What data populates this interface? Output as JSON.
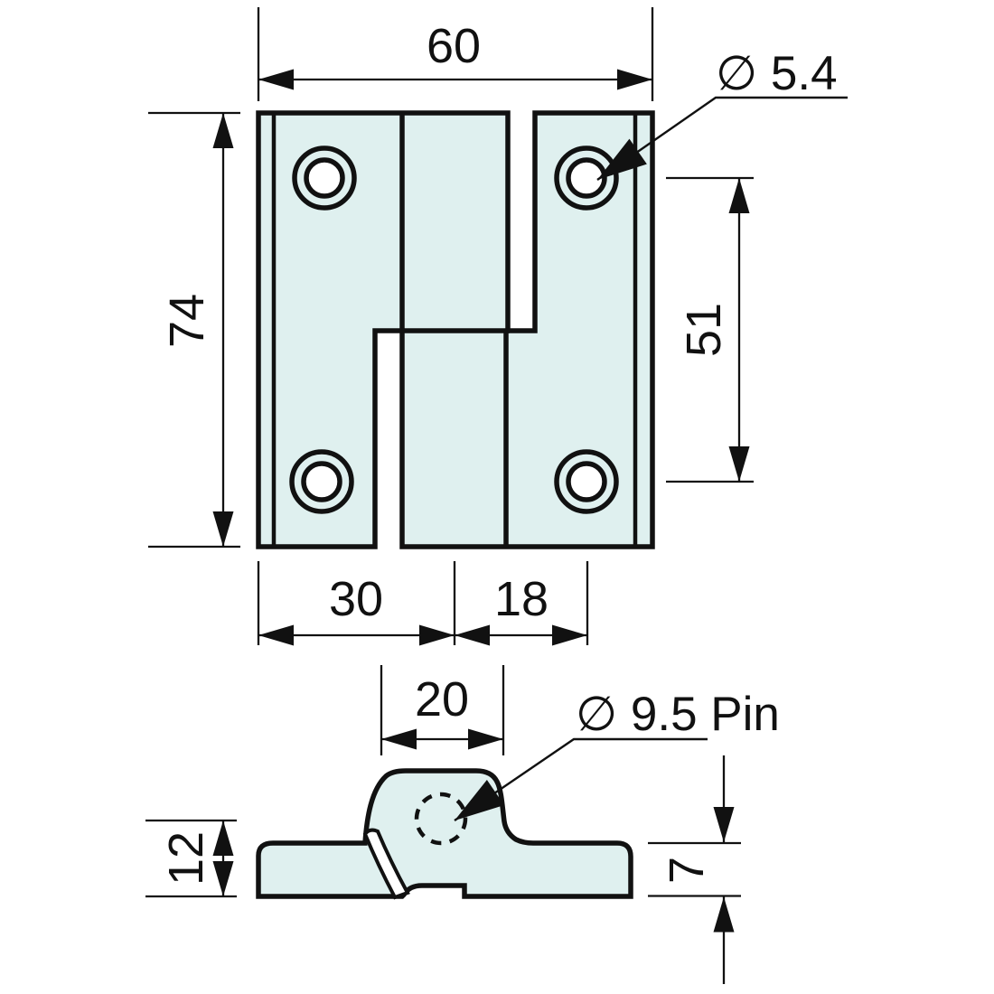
{
  "drawing": {
    "title": "lift-off hinge dimensional drawing",
    "colors": {
      "part_fill": "#dff0ef",
      "line_color": "#111111",
      "background": "#ffffff"
    },
    "plan_view": {
      "width_label": "60",
      "height_label": "74",
      "hole_diameter_label": "∅ 5.4",
      "hole_spacing_label": "51",
      "left_leaf_width_label": "30",
      "center_to_hole_label": "18"
    },
    "side_view": {
      "knuckle_width_label": "20",
      "pin_label": "∅ 9.5 Pin",
      "leaf_height_label": "12",
      "leaf_thickness_label": "7"
    }
  }
}
